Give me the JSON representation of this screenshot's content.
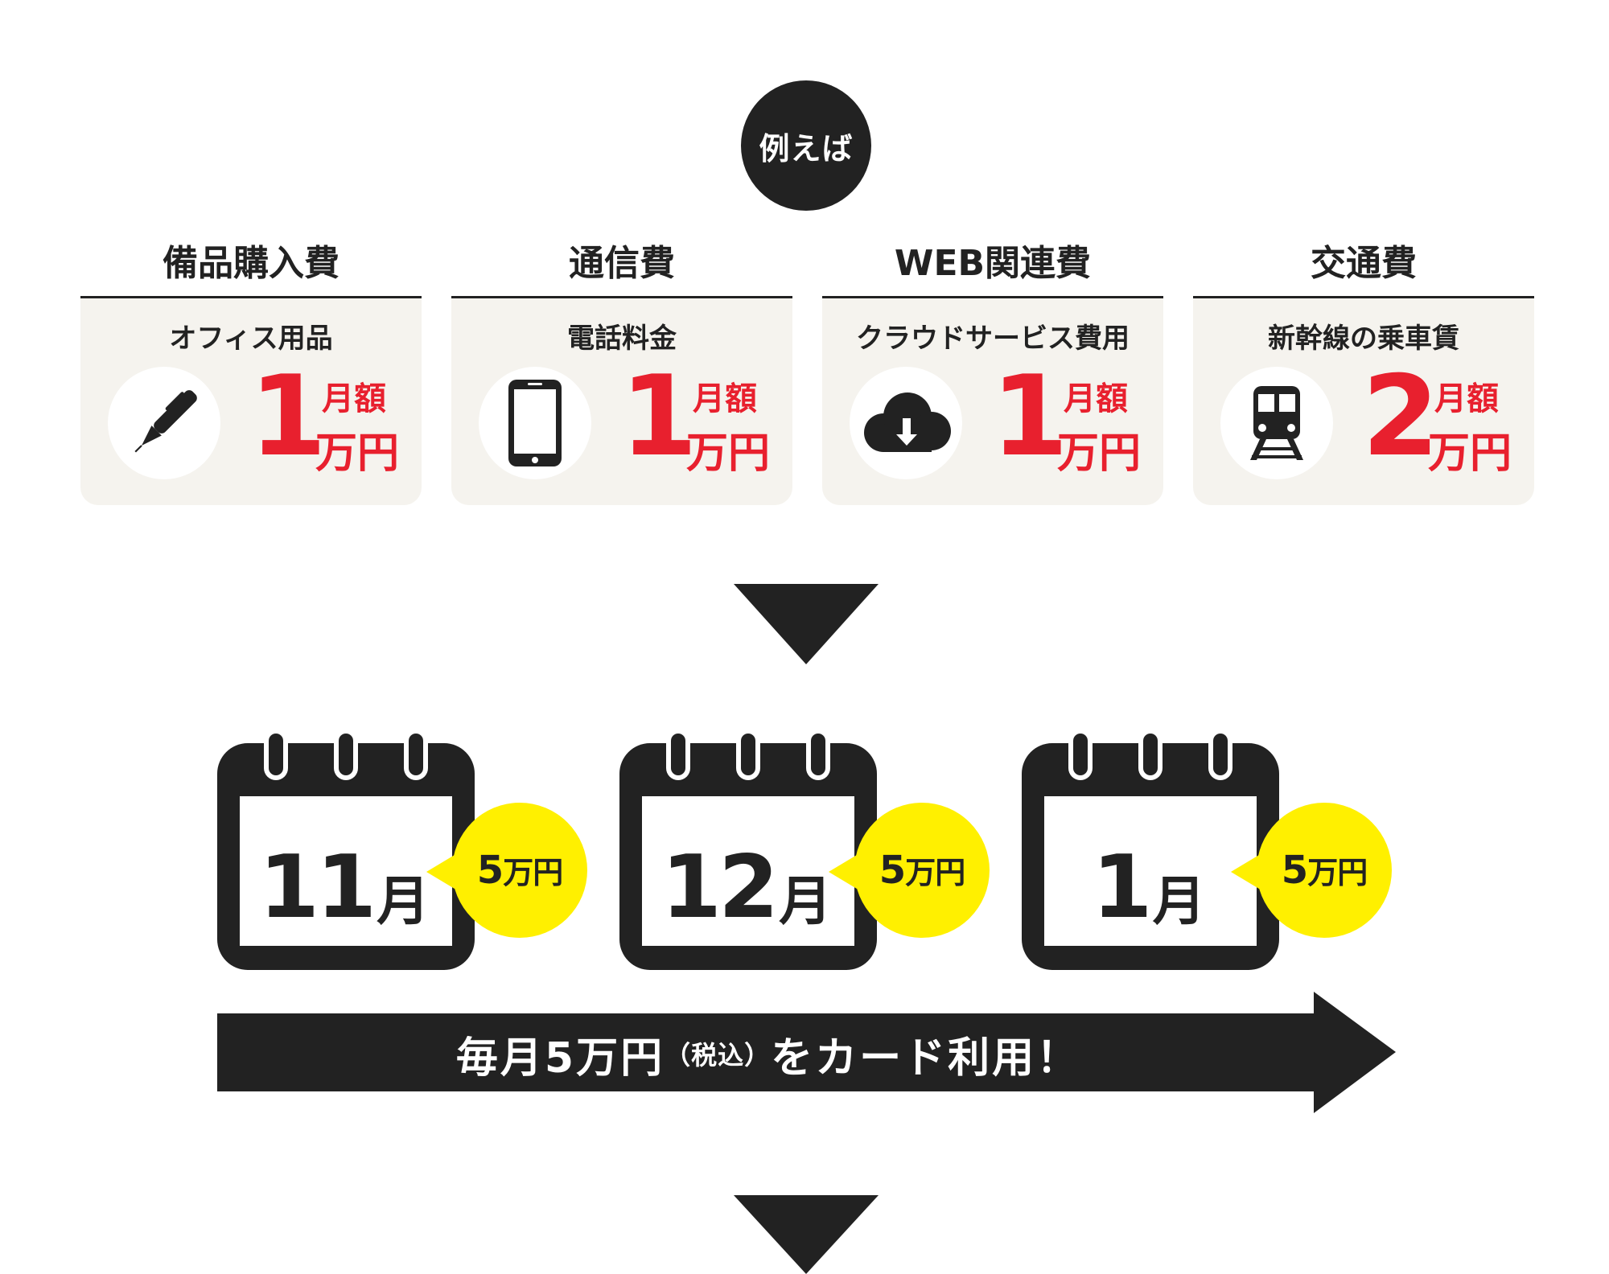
{
  "badge": "例えば",
  "categories": [
    {
      "title": "備品購入費",
      "item": "オフィス用品",
      "icon": "pen-icon",
      "amount": "1",
      "month_label": "月額",
      "unit": "万円"
    },
    {
      "title": "通信費",
      "item": "電話料金",
      "icon": "smartphone-icon",
      "amount": "1",
      "month_label": "月額",
      "unit": "万円"
    },
    {
      "title": "WEB関連費",
      "item": "クラウドサービス費用",
      "icon": "cloud-download-icon",
      "amount": "1",
      "month_label": "月額",
      "unit": "万円"
    },
    {
      "title": "交通費",
      "item": "新幹線の乗車賃",
      "icon": "train-icon",
      "amount": "2",
      "month_label": "月額",
      "unit": "万円"
    }
  ],
  "months": [
    {
      "number": "11",
      "suffix": "月",
      "amount": "5",
      "unit": "万円"
    },
    {
      "number": "12",
      "suffix": "月",
      "amount": "5",
      "unit": "万円"
    },
    {
      "number": "1",
      "suffix": "月",
      "amount": "5",
      "unit": "万円"
    }
  ],
  "banner": {
    "main": "毎月5万円",
    "paren": "（税込）",
    "tail": "をカード利用！"
  },
  "colors": {
    "dark": "#222222",
    "accent": "#e8202e",
    "card_bg": "#f5f3ee",
    "bubble": "#fff000"
  }
}
